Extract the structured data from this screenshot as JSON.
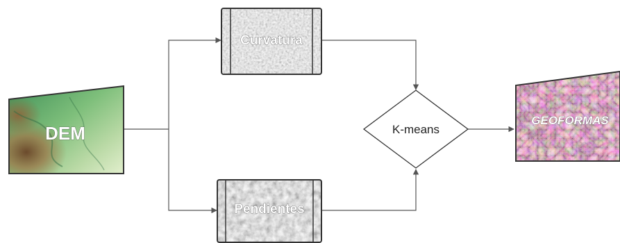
{
  "nodes": {
    "dem": {
      "label": "DEM"
    },
    "curvatura": {
      "label": "Curvatura"
    },
    "pendientes": {
      "label": "Pendientes"
    },
    "kmeans": {
      "label": "K-means"
    },
    "geoformas": {
      "label": "GEOFORMAS"
    }
  },
  "colors": {
    "edge": "#555555",
    "frame": "#333333",
    "dem_low": "#4f9a5c",
    "dem_high": "#8a6338",
    "geo_pink": "#c97aa9",
    "geo_green": "#7fbf4a"
  }
}
